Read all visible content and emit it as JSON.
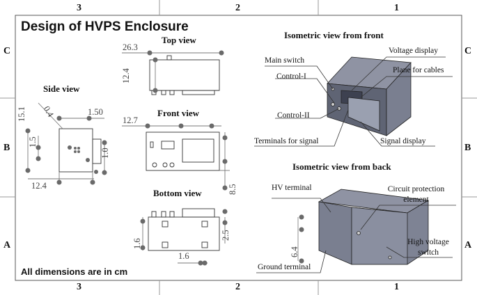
{
  "title": "Design of HVPS Enclosure",
  "note": "All dimensions are in cm",
  "zones": {
    "columns": [
      "3",
      "2",
      "1"
    ],
    "rows": [
      "C",
      "B",
      "A"
    ]
  },
  "views": {
    "top": "Top view",
    "side": "Side view",
    "front": "Front view",
    "bottom": "Bottom view",
    "iso_front": "Isometric view from front",
    "iso_back": "Isometric view from back"
  },
  "labels_front": {
    "main_switch": "Main switch",
    "voltage_display": "Voltage display",
    "control_1": "Control-I",
    "plane_cables": "Plane for cables",
    "control_2": "Control-II",
    "terminals_signal": "Terminals for signal",
    "signal_display": "Signal display"
  },
  "labels_back": {
    "hv_terminal": "HV terminal",
    "circuit_protection": "Circuit protection element",
    "high_voltage_switch": "High voltage switch",
    "ground_terminal": "Ground terminal"
  },
  "dimensions": {
    "top_width": "26.3",
    "top_depth": "12.4",
    "front_width": "12.7",
    "front_height": "8.5",
    "side_15_1": "15.1",
    "side_0_4": "0.4",
    "side_1_50": "1.50",
    "side_1_5": "1.5",
    "side_1_0": "1.0",
    "side_12_4": "12.4",
    "bottom_1_6_v": "1.6",
    "bottom_2_5": "2.5",
    "bottom_1_6_h": "1.6",
    "back_6_4": "6.4"
  },
  "colors": {
    "box_top": "#8f93a3",
    "box_front": "#5f6474",
    "box_side": "#7a7f90",
    "line": "#333333",
    "dim_dot": "#6a6a6a"
  }
}
